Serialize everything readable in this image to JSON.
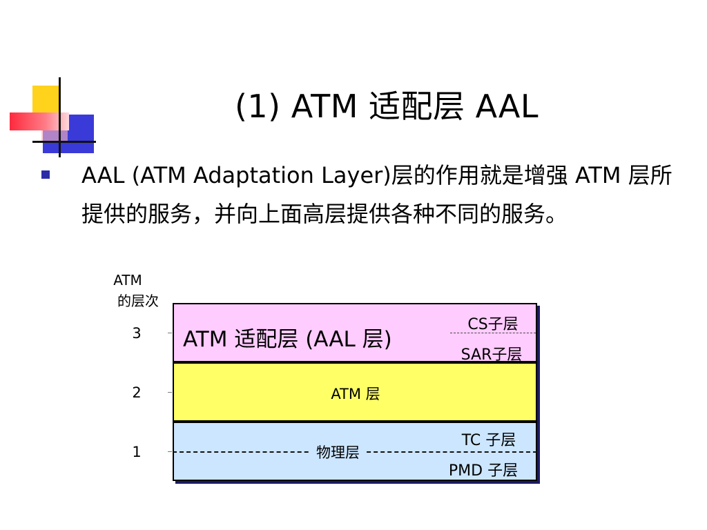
{
  "slide": {
    "title": "(1)  ATM 适配层 AAL",
    "bullet": "AAL (ATM Adaptation Layer)层的作用就是增强 ATM 层所提供的服务，并向上面高层提供各种不同的服务。"
  },
  "diagram": {
    "y_label_line1": "ATM",
    "y_label_line2": "的层次",
    "levels": [
      "3",
      "2",
      "1"
    ],
    "aal_layer": {
      "label": "ATM 适配层 (AAL 层)",
      "sublayers": [
        "CS子层",
        "SAR子层"
      ],
      "color": "#ffccff"
    },
    "atm_layer": {
      "label": "ATM 层",
      "color": "#ffff66"
    },
    "physical_layer": {
      "label": "物理层",
      "sublayers": [
        "TC 子层",
        "PMD 子层"
      ],
      "color": "#cce6ff"
    }
  }
}
